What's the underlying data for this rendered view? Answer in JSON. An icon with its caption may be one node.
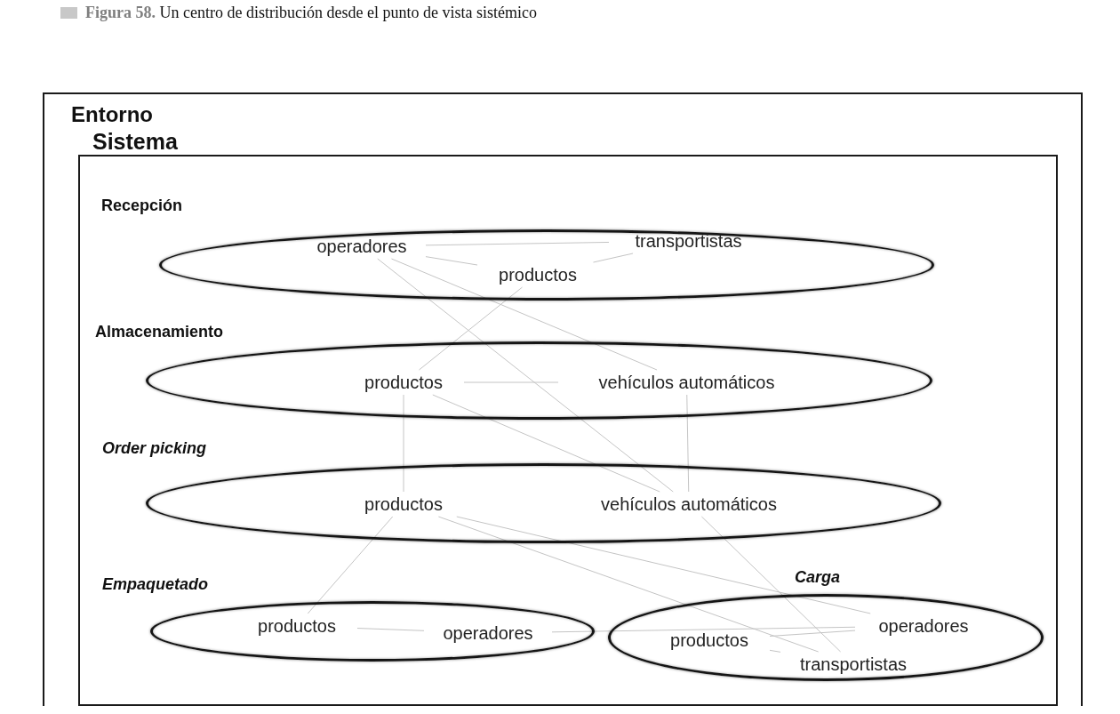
{
  "diagram": {
    "caption": "**Figura 58.** Un centro de distribución desde el punto de vista sistémico",
    "nodes": [
      {
        "text": [
          "Entorno"
        ]
      },
      {
        "text": [
          "Sistema"
        ],
        "in": 0
      },
      {
        "text": [
          "Recepción"
        ],
        "in": 1
      },
      {
        "text": [
          "operadores"
        ],
        "in": 2
      },
      {
        "text": [
          "transportistas"
        ],
        "in": 2
      },
      {
        "text": [
          "productos"
        ],
        "in": 2
      },
      {
        "text": [
          "Almacenamiento"
        ],
        "in": 1
      },
      {
        "text": [
          "productos"
        ],
        "in": 6
      },
      {
        "text": [
          "vehículos automáticos"
        ],
        "in": 6
      },
      {
        "text": [
          "Order picking"
        ],
        "in": 1
      },
      {
        "text": [
          "productos"
        ],
        "in": 9
      },
      {
        "text": [
          "vehículos automáticos"
        ],
        "in": 9
      },
      {
        "text": [
          "Empaquetado"
        ],
        "in": 1
      },
      {
        "text": [
          "productos"
        ],
        "in": 12
      },
      {
        "text": [
          "operadores"
        ],
        "in": 12
      },
      {
        "text": [
          "Carga"
        ],
        "in": 1
      },
      {
        "text": [
          "productos"
        ],
        "in": 15
      },
      {
        "text": [
          "operadores"
        ],
        "in": 15
      },
      {
        "text": [
          "transportistas"
        ],
        "in": 15
      }
    ],
    "edges": [
      {
        "from": 3,
        "to": 4,
        "arrow": "none"
      },
      {
        "from": 3,
        "to": 5,
        "arrow": "none"
      },
      {
        "from": 5,
        "to": 4,
        "arrow": "none"
      },
      {
        "from": 3,
        "to": 8,
        "arrow": "none"
      },
      {
        "from": 3,
        "to": 11,
        "arrow": "none"
      },
      {
        "from": 5,
        "to": 7,
        "arrow": "none"
      },
      {
        "from": 7,
        "to": 8,
        "arrow": "none"
      },
      {
        "from": 7,
        "to": 11,
        "arrow": "none"
      },
      {
        "from": 7,
        "to": 10,
        "arrow": "none"
      },
      {
        "from": 8,
        "to": 11,
        "arrow": "none"
      },
      {
        "from": 10,
        "to": 13,
        "arrow": "none"
      },
      {
        "from": 13,
        "to": 14,
        "arrow": "none"
      },
      {
        "from": 10,
        "to": 17,
        "arrow": "none"
      },
      {
        "from": 10,
        "to": 18,
        "arrow": "none"
      },
      {
        "from": 11,
        "to": 18,
        "arrow": "none"
      },
      {
        "from": 14,
        "to": 17,
        "arrow": "none"
      },
      {
        "from": 16,
        "to": 17,
        "arrow": "none"
      },
      {
        "from": 16,
        "to": 18,
        "arrow": "none"
      }
    ]
  }
}
